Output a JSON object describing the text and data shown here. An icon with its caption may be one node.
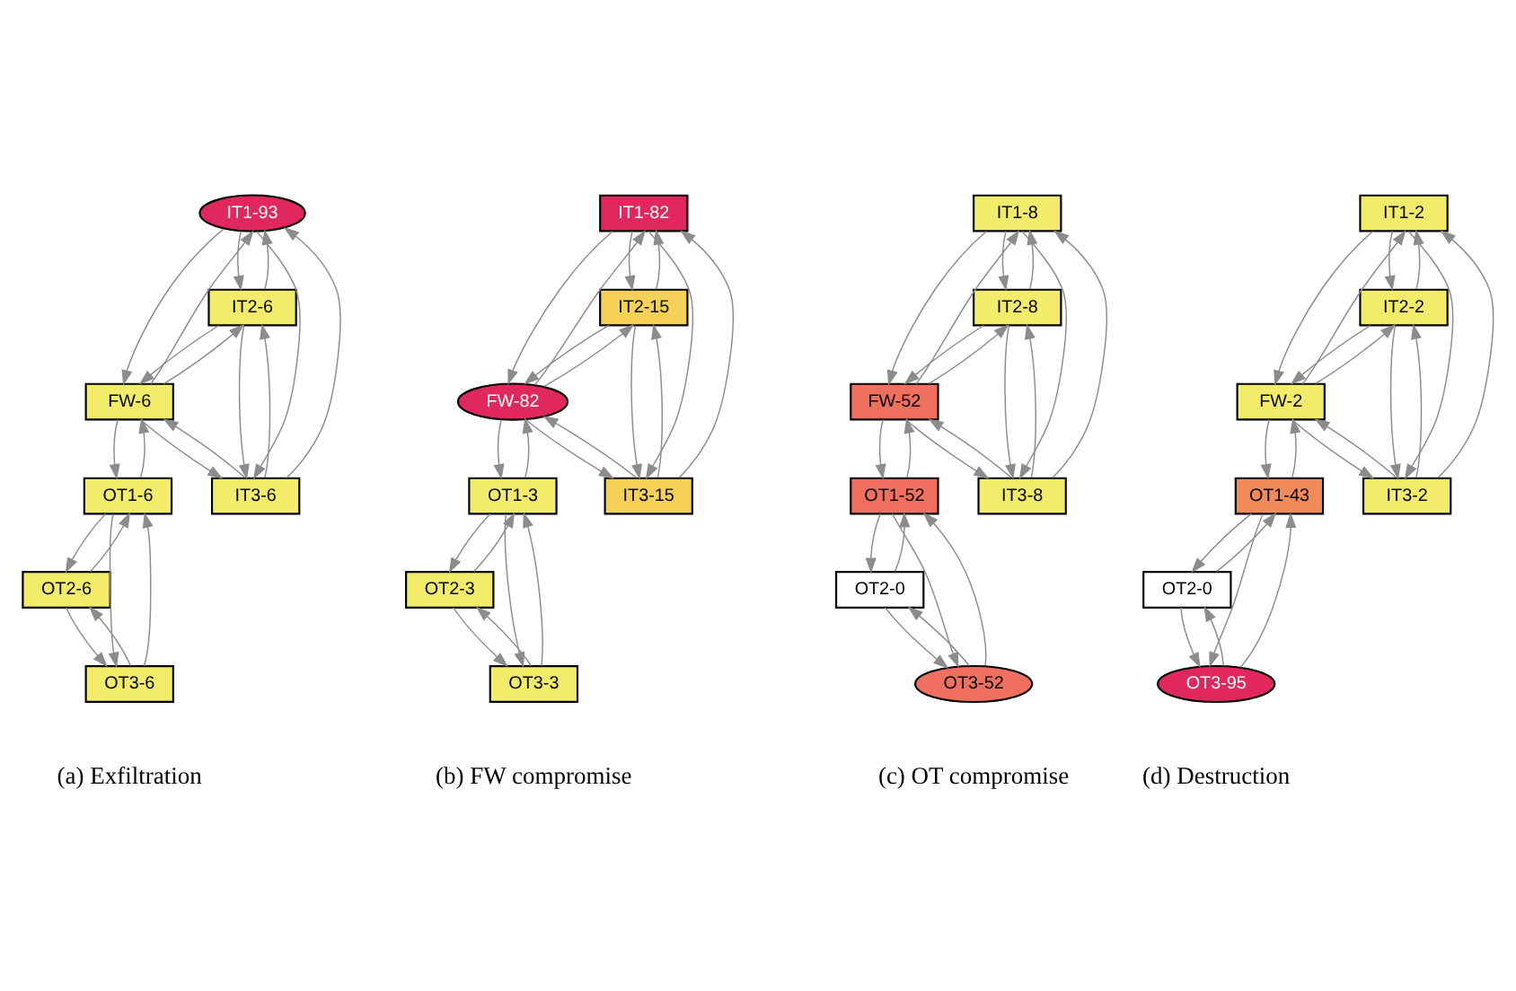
{
  "diagram": {
    "nodes": [
      {
        "text": [
          "IT1-93"
        ]
      },
      {
        "text": [
          "IT2-6"
        ]
      },
      {
        "text": [
          "FW-6"
        ]
      },
      {
        "text": [
          "IT3-6"
        ]
      },
      {
        "text": [
          "OT1-6"
        ]
      },
      {
        "text": [
          "OT2-6"
        ]
      },
      {
        "text": [
          "OT3-6"
        ]
      },
      {
        "text": [
          "IT1-82"
        ]
      },
      {
        "text": [
          "IT2-15"
        ]
      },
      {
        "text": [
          "FW-82"
        ]
      },
      {
        "text": [
          "IT3-15"
        ]
      },
      {
        "text": [
          "OT1-3"
        ]
      },
      {
        "text": [
          "OT2-3"
        ]
      },
      {
        "text": [
          "OT3-3"
        ]
      },
      {
        "text": [
          "IT1-8"
        ]
      },
      {
        "text": [
          "IT2-8"
        ]
      },
      {
        "text": [
          "FW-52"
        ]
      },
      {
        "text": [
          "IT3-8"
        ]
      },
      {
        "text": [
          "OT1-52"
        ]
      },
      {
        "text": [
          "OT2-0"
        ]
      },
      {
        "text": [
          "OT3-52"
        ]
      },
      {
        "text": [
          "IT1-2"
        ]
      },
      {
        "text": [
          "IT2-2"
        ]
      },
      {
        "text": [
          "FW-2"
        ]
      },
      {
        "text": [
          "IT3-2"
        ]
      },
      {
        "text": [
          "OT1-43"
        ]
      },
      {
        "text": [
          "OT2-0"
        ]
      },
      {
        "text": [
          "OT3-95"
        ]
      }
    ],
    "edges": [
      {
        "from": 0,
        "to": 1,
        "arrow": "to"
      },
      {
        "from": 1,
        "to": 0,
        "arrow": "to"
      },
      {
        "from": 0,
        "to": 3,
        "arrow": "to"
      },
      {
        "from": 3,
        "to": 0,
        "arrow": "to"
      },
      {
        "from": 0,
        "to": 2,
        "arrow": "to"
      },
      {
        "from": 2,
        "to": 0,
        "arrow": "to"
      },
      {
        "from": 1,
        "to": 3,
        "arrow": "to"
      },
      {
        "from": 3,
        "to": 1,
        "arrow": "to"
      },
      {
        "from": 1,
        "to": 2,
        "arrow": "to"
      },
      {
        "from": 2,
        "to": 1,
        "arrow": "to"
      },
      {
        "from": 2,
        "to": 3,
        "arrow": "to"
      },
      {
        "from": 3,
        "to": 2,
        "arrow": "to"
      },
      {
        "from": 2,
        "to": 4,
        "arrow": "to"
      },
      {
        "from": 4,
        "to": 2,
        "arrow": "to"
      },
      {
        "from": 4,
        "to": 5,
        "arrow": "to"
      },
      {
        "from": 5,
        "to": 4,
        "arrow": "to"
      },
      {
        "from": 4,
        "to": 6,
        "arrow": "to"
      },
      {
        "from": 6,
        "to": 4,
        "arrow": "to"
      },
      {
        "from": 5,
        "to": 6,
        "arrow": "to"
      },
      {
        "from": 6,
        "to": 5,
        "arrow": "to"
      },
      {
        "from": 7,
        "to": 8,
        "arrow": "to"
      },
      {
        "from": 8,
        "to": 7,
        "arrow": "to"
      },
      {
        "from": 7,
        "to": 10,
        "arrow": "to"
      },
      {
        "from": 10,
        "to": 7,
        "arrow": "to"
      },
      {
        "from": 7,
        "to": 9,
        "arrow": "to"
      },
      {
        "from": 9,
        "to": 7,
        "arrow": "to"
      },
      {
        "from": 8,
        "to": 10,
        "arrow": "to"
      },
      {
        "from": 10,
        "to": 8,
        "arrow": "to"
      },
      {
        "from": 8,
        "to": 9,
        "arrow": "to"
      },
      {
        "from": 9,
        "to": 8,
        "arrow": "to"
      },
      {
        "from": 9,
        "to": 10,
        "arrow": "to"
      },
      {
        "from": 10,
        "to": 9,
        "arrow": "to"
      },
      {
        "from": 9,
        "to": 11,
        "arrow": "to"
      },
      {
        "from": 11,
        "to": 9,
        "arrow": "to"
      },
      {
        "from": 11,
        "to": 12,
        "arrow": "to"
      },
      {
        "from": 12,
        "to": 11,
        "arrow": "to"
      },
      {
        "from": 11,
        "to": 13,
        "arrow": "to"
      },
      {
        "from": 13,
        "to": 11,
        "arrow": "to"
      },
      {
        "from": 12,
        "to": 13,
        "arrow": "to"
      },
      {
        "from": 13,
        "to": 12,
        "arrow": "to"
      },
      {
        "from": 14,
        "to": 15,
        "arrow": "to"
      },
      {
        "from": 15,
        "to": 14,
        "arrow": "to"
      },
      {
        "from": 14,
        "to": 17,
        "arrow": "to"
      },
      {
        "from": 17,
        "to": 14,
        "arrow": "to"
      },
      {
        "from": 14,
        "to": 16,
        "arrow": "to"
      },
      {
        "from": 16,
        "to": 14,
        "arrow": "to"
      },
      {
        "from": 15,
        "to": 17,
        "arrow": "to"
      },
      {
        "from": 17,
        "to": 15,
        "arrow": "to"
      },
      {
        "from": 15,
        "to": 16,
        "arrow": "to"
      },
      {
        "from": 16,
        "to": 15,
        "arrow": "to"
      },
      {
        "from": 16,
        "to": 17,
        "arrow": "to"
      },
      {
        "from": 17,
        "to": 16,
        "arrow": "to"
      },
      {
        "from": 16,
        "to": 18,
        "arrow": "to"
      },
      {
        "from": 18,
        "to": 16,
        "arrow": "to"
      },
      {
        "from": 18,
        "to": 19,
        "arrow": "to"
      },
      {
        "from": 19,
        "to": 18,
        "arrow": "to"
      },
      {
        "from": 18,
        "to": 20,
        "arrow": "to"
      },
      {
        "from": 20,
        "to": 18,
        "arrow": "to"
      },
      {
        "from": 19,
        "to": 20,
        "arrow": "to"
      },
      {
        "from": 20,
        "to": 19,
        "arrow": "to"
      },
      {
        "from": 21,
        "to": 22,
        "arrow": "to"
      },
      {
        "from": 22,
        "to": 21,
        "arrow": "to"
      },
      {
        "from": 21,
        "to": 24,
        "arrow": "to"
      },
      {
        "from": 24,
        "to": 21,
        "arrow": "to"
      },
      {
        "from": 21,
        "to": 23,
        "arrow": "to"
      },
      {
        "from": 23,
        "to": 21,
        "arrow": "to"
      },
      {
        "from": 22,
        "to": 24,
        "arrow": "to"
      },
      {
        "from": 24,
        "to": 22,
        "arrow": "to"
      },
      {
        "from": 22,
        "to": 23,
        "arrow": "to"
      },
      {
        "from": 23,
        "to": 22,
        "arrow": "to"
      },
      {
        "from": 23,
        "to": 24,
        "arrow": "to"
      },
      {
        "from": 24,
        "to": 23,
        "arrow": "to"
      },
      {
        "from": 23,
        "to": 25,
        "arrow": "to"
      },
      {
        "from": 25,
        "to": 23,
        "arrow": "to"
      },
      {
        "from": 25,
        "to": 26,
        "arrow": "to"
      },
      {
        "from": 26,
        "to": 25,
        "arrow": "to"
      },
      {
        "from": 25,
        "to": 27,
        "arrow": "to"
      },
      {
        "from": 27,
        "to": 25,
        "arrow": "to"
      },
      {
        "from": 26,
        "to": 27,
        "arrow": "to"
      },
      {
        "from": 27,
        "to": 26,
        "arrow": "to"
      }
    ],
    "labels": [
      "(a) Exfiltration",
      "(b) FW compromise",
      "(c) OT compromise",
      "(d) Destruction"
    ]
  }
}
